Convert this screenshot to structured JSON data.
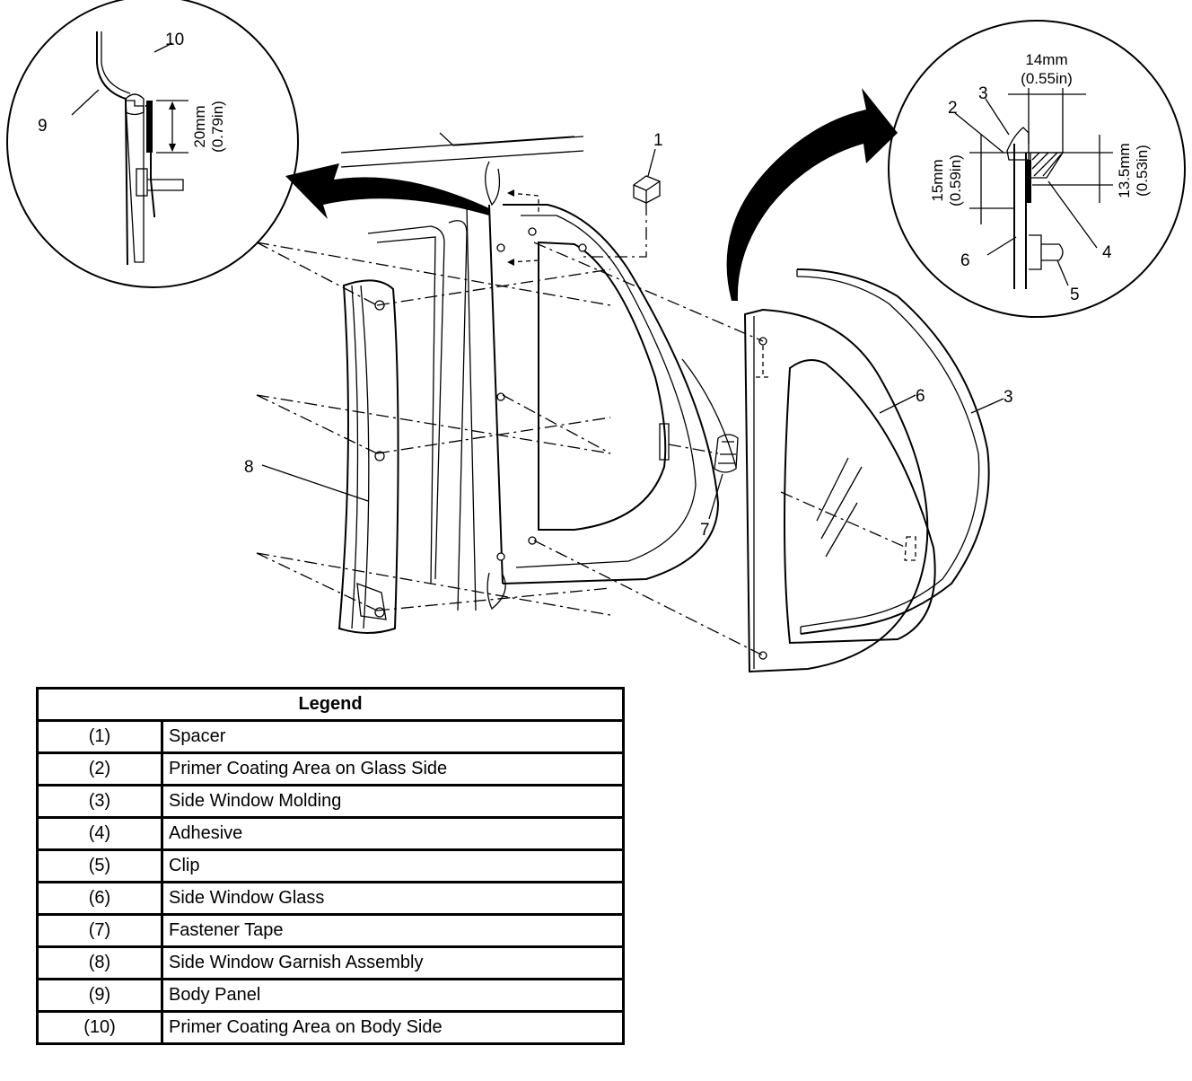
{
  "diagram": {
    "callouts": {
      "c1": "1",
      "c3_detail": "3",
      "c2": "2",
      "c4": "4",
      "c5": "5",
      "c6_detail": "6",
      "c6_glass": "6",
      "c3_molding": "3",
      "c7": "7",
      "c8": "8",
      "c9": "9",
      "c10": "10"
    },
    "dimensions": {
      "left_height_mm": "20mm",
      "left_height_in": "(0.79in)",
      "width_mm": "14mm",
      "width_in": "(0.55in)",
      "height15_mm": "15mm",
      "height15_in": "(0.59in)",
      "height13_mm": "13.5mm",
      "height13_in": "(0.53in)"
    }
  },
  "legend": {
    "title": "Legend",
    "rows": [
      {
        "num": "(1)",
        "desc": "Spacer"
      },
      {
        "num": "(2)",
        "desc": "Primer Coating Area on Glass Side"
      },
      {
        "num": "(3)",
        "desc": "Side Window Molding"
      },
      {
        "num": "(4)",
        "desc": "Adhesive"
      },
      {
        "num": "(5)",
        "desc": "Clip"
      },
      {
        "num": "(6)",
        "desc": "Side Window Glass"
      },
      {
        "num": "(7)",
        "desc": "Fastener Tape"
      },
      {
        "num": "(8)",
        "desc": "Side Window Garnish Assembly"
      },
      {
        "num": "(9)",
        "desc": "Body Panel"
      },
      {
        "num": "(10)",
        "desc": "Primer Coating Area on Body Side"
      }
    ]
  }
}
